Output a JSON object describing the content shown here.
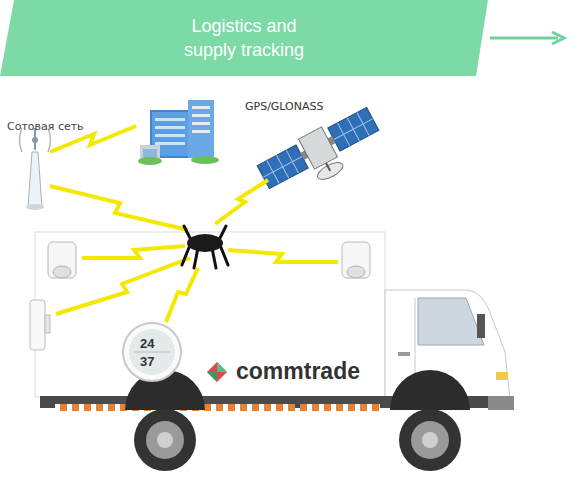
{
  "diagram": {
    "nodes": [
      {
        "text": [
          "Logistics and supply tracking"
        ]
      }
    ],
    "labels": [
      "Сотовая сеть",
      "GPS/GLONASS",
      "24",
      "37",
      "commtrade"
    ]
  }
}
